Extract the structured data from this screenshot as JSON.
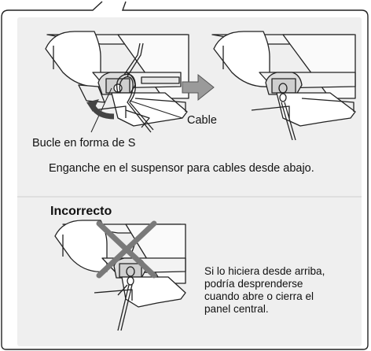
{
  "labels": {
    "cable": "Cable",
    "s_loop": "Bucle en forma de S",
    "instruction": "Enganche en el suspensor para cables desde abajo.",
    "incorrect_title": "Incorrecto",
    "warning_lines": [
      "Si lo hiciera desde arriba,",
      "podría desprenderse",
      "cuando abre o cierra el",
      "panel central."
    ]
  },
  "icons": [
    "arrow-right-icon",
    "rotate-arrow-icon",
    "cross-mark-icon"
  ]
}
